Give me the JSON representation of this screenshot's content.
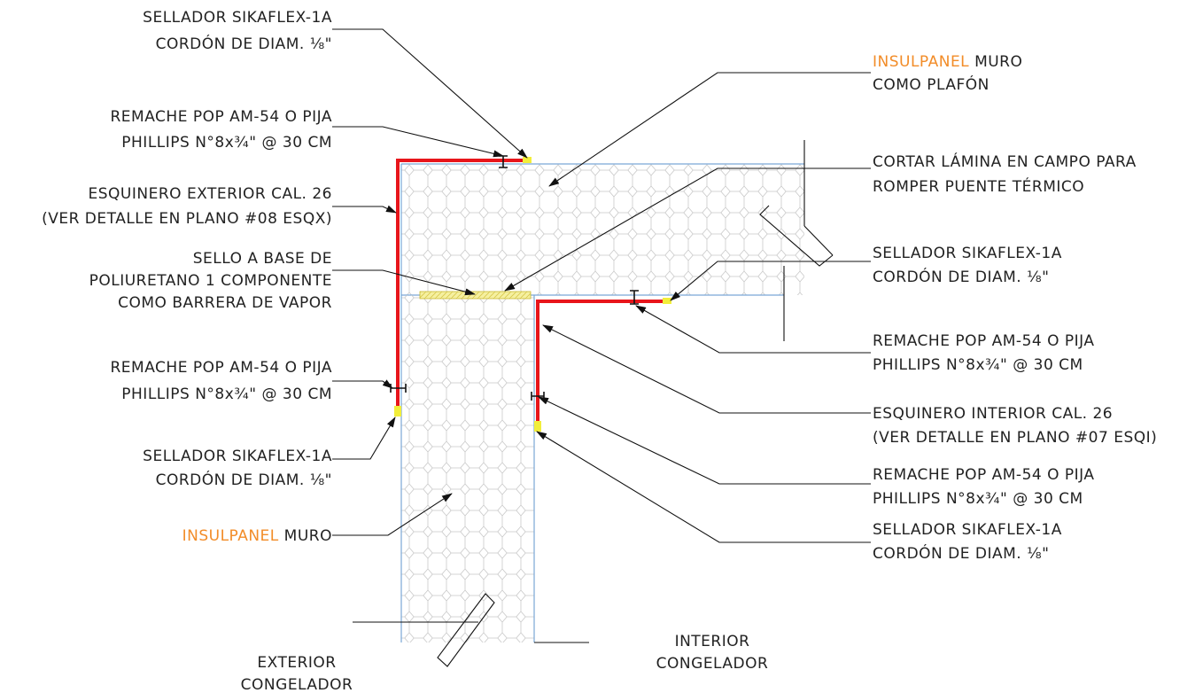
{
  "colors": {
    "background": "#ffffff",
    "text": "#222222",
    "accent_orange": "#f28c28",
    "flashing_red": "#e8151b",
    "sealant_yellow": "#f2ee3a",
    "panel_edge_blue": "#7aa7d6",
    "insulation_pattern": "#c9c9c9",
    "leader": "#111111"
  },
  "labels": {
    "top_sealant": {
      "line1": "SELLADOR SIKAFLEX-1A",
      "line2": "CORDÓN DE DIAM. ⅛\""
    },
    "top_rivet": {
      "line1": "REMACHE POP AM-54 O PIJA",
      "line2": "PHILLIPS N°8x¾\" @ 30 CM"
    },
    "exterior_corner": {
      "line1": "ESQUINERO EXTERIOR CAL. 26",
      "line2": "(VER DETALLE EN PLANO #08 ESQX)"
    },
    "vapor_seal": {
      "line1": "SELLO A BASE DE",
      "line2": "POLIURETANO 1 COMPONENTE",
      "line3": "COMO BARRERA DE VAPOR"
    },
    "left_rivet": {
      "line1": "REMACHE POP AM-54 O PIJA",
      "line2": "PHILLIPS N°8x¾\" @ 30 CM"
    },
    "left_sealant": {
      "line1": "SELLADOR SIKAFLEX-1A",
      "line2": "CORDÓN DE DIAM. ⅛\""
    },
    "wall_panel": {
      "brand": "INSULPANEL",
      "rest": " MURO"
    },
    "exterior_room": {
      "line1": "EXTERIOR",
      "line2": "CONGELADOR"
    },
    "interior_room": {
      "line1": "INTERIOR",
      "line2": "CONGELADOR"
    },
    "ceiling_panel": {
      "brand": "INSULPANEL",
      "rest": " MURO",
      "line2": "COMO PLAFÓN"
    },
    "cut_sheet": {
      "line1": "CORTAR LÁMINA EN CAMPO PARA",
      "line2": "ROMPER PUENTE TÉRMICO"
    },
    "right_sealant_1": {
      "line1": "SELLADOR SIKAFLEX-1A",
      "line2": "CORDÓN DE DIAM. ⅛\""
    },
    "right_rivet_1": {
      "line1": "REMACHE POP AM-54 O PIJA",
      "line2": "PHILLIPS N°8x¾\" @ 30 CM"
    },
    "interior_corner": {
      "line1": "ESQUINERO INTERIOR CAL. 26",
      "line2": "(VER DETALLE EN PLANO #07 ESQI)"
    },
    "right_rivet_2": {
      "line1": "REMACHE POP AM-54 O PIJA",
      "line2": "PHILLIPS N°8x¾\" @ 30 CM"
    },
    "right_sealant_2": {
      "line1": "SELLADOR SIKAFLEX-1A",
      "line2": "CORDÓN DE DIAM. ⅛\""
    }
  }
}
